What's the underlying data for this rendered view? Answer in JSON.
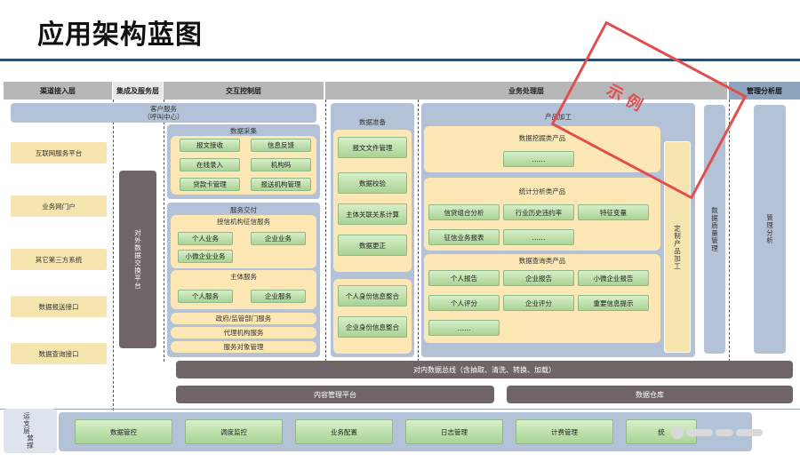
{
  "title": "应用架构蓝图",
  "stamp_text": "示 例",
  "headers": {
    "channel": "渠道接入层",
    "integration": "集成及服务层",
    "interaction": "交互控制层",
    "business": "业务处理层",
    "management": "管理分析层"
  },
  "customer_service": "客户服务\n（呼叫中心）",
  "channels": [
    "互联网服务平台",
    "业务网门户",
    "其它第三方系统",
    "数据报送接口",
    "数据查询接口"
  ],
  "platform": "对外数据交换平台",
  "data_collection": {
    "title": "数据采集",
    "items": [
      "报文接收",
      "信息反馈",
      "在线录入",
      "机构码",
      "贷款卡管理",
      "报送机构管理"
    ]
  },
  "service_delivery": {
    "title": "服务交付",
    "credit_service": "授信机构征信服务",
    "credit_items": [
      "个人业务",
      "企业业务",
      "小微企业业务"
    ],
    "subject_service": "主体服务",
    "subject_items": [
      "个人服务",
      "企业服务"
    ],
    "bars": [
      "政府/监管部门服务",
      "代理机构服务",
      "服务对象管理"
    ]
  },
  "data_prep": {
    "title": "数据准备",
    "items": [
      "报文文件管理",
      "数据校验",
      "主体关联关系计算",
      "数据更正"
    ],
    "lower_items": [
      "个人身份信息整合",
      "企业身份信息整合"
    ]
  },
  "product": {
    "title": "产品加工",
    "mining": {
      "title": "数据挖掘类产品",
      "items": [
        "……"
      ]
    },
    "stats": {
      "title": "统计分析类产品",
      "items": [
        "信贷组合分析",
        "行业历史违约率",
        "特征变量",
        "征信业务报表",
        "……"
      ]
    },
    "query": {
      "title": "数据查询类产品",
      "items": [
        "个人报告",
        "企业报告",
        "小微企业报告",
        "个人评分",
        "企业评分",
        "重要信息提示",
        "……"
      ]
    },
    "custom": "定制产品加工"
  },
  "quality": "数据质量管理",
  "analysis": "管理分析",
  "bus": "对内数据总线（含抽取、清洗、转换、加载）",
  "content_platform": "内容管理平台",
  "warehouse": "数据仓库",
  "ops": {
    "label_a": "运支层",
    "label_b": "营撑",
    "items": [
      "数据管控",
      "调度监控",
      "业务配置",
      "日志管理",
      "计费管理",
      "统"
    ]
  },
  "colors": {
    "accent": "#2d4e73",
    "stamp": "#e24e4e",
    "lane": "#b3c2d6",
    "yellow": "#f7e5b0",
    "green": "#a9d395",
    "dark": "#6f6566"
  }
}
